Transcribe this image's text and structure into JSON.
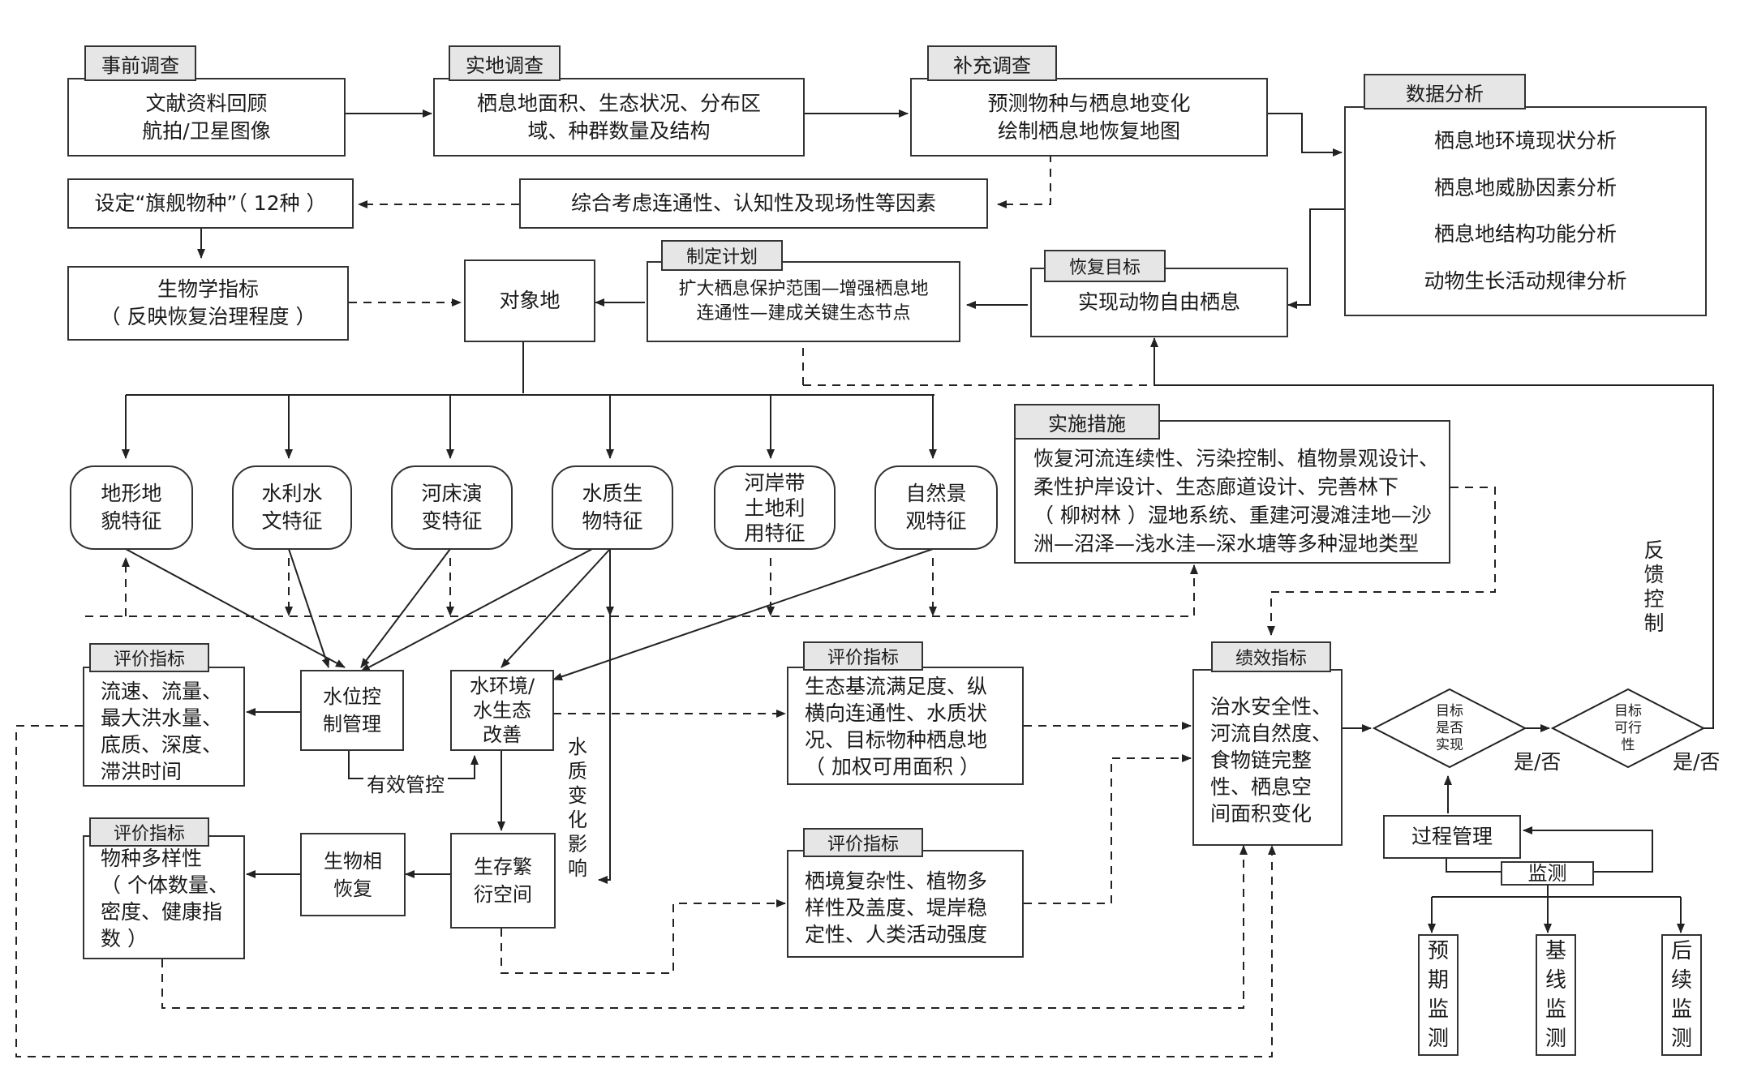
{
  "pre_survey": {
    "tag": "事前调查",
    "line1": "文献资料回顾",
    "line2": "航拍/卫星图像"
  },
  "field_survey": {
    "tag": "实地调查",
    "line1": "栖息地面积、生态状况、分布区",
    "line2": "域、种群数量及结构"
  },
  "supplement": {
    "tag": "补充调查",
    "line1": "预测物种与栖息地变化",
    "line2": "绘制栖息地恢复地图"
  },
  "data_analysis": {
    "tag": "数据分析",
    "items": [
      "栖息地环境现状分析",
      "栖息地威胁因素分析",
      "栖息地结构功能分析",
      "动物生长活动规律分析"
    ]
  },
  "flagship": "设定“旗舰物种”（ 12种 ）",
  "factors": "综合考虑连通性、认知性及现场性等因素",
  "bio_indicator": {
    "line1": "生物学指标",
    "line2": "（ 反映恢复治理程度 ）"
  },
  "target_site": "对象地",
  "plan": {
    "tag": "制定计划",
    "line1": "扩大栖息保护范围—增强栖息地",
    "line2": "连通性—建成关键生态节点"
  },
  "goal": {
    "tag": "恢复目标",
    "text": "实现动物自由栖息"
  },
  "features": [
    {
      "line1": "地形地",
      "line2": "貌特征"
    },
    {
      "line1": "水利水",
      "line2": "文特征"
    },
    {
      "line1": "河床演",
      "line2": "变特征"
    },
    {
      "line1": "水质生",
      "line2": "物特征"
    },
    {
      "line1": "河岸带",
      "line2": "土地利",
      "line3": "用特征"
    },
    {
      "line1": "自然景",
      "line2": "观特征"
    }
  ],
  "measures": {
    "tag": "实施措施",
    "lines": [
      "恢复河流连续性、污染控制、植物景观设计、",
      "柔性护岸设计、生态廊道设计、完善林下",
      "（ 柳树林 ）湿地系统、重建河漫滩洼地—沙",
      "洲—沼泽—浅水洼—深水塘等多种湿地类型"
    ]
  },
  "eval1": {
    "tag": "评价指标",
    "lines": [
      "流速、流量、",
      "最大洪水量、",
      "底质、深度、",
      "滞洪时间"
    ]
  },
  "water_level": {
    "line1": "水位控",
    "line2": "制管理"
  },
  "water_env": {
    "line1": "水环境/",
    "line2": "水生态",
    "line3": "改善"
  },
  "effective_control": "有效管控",
  "water_quality_impact": "水质变化影响",
  "eval2": {
    "tag": "评价指标",
    "lines": [
      "生态基流满足度、纵",
      "横向连通性、水质状",
      "况、目标物种栖息地",
      "（ 加权可用面积 ）"
    ]
  },
  "performance": {
    "tag": "绩效指标",
    "lines": [
      "治水安全性、",
      "河流自然度、",
      "食物链完整",
      "性、栖息空",
      "间面积变化"
    ]
  },
  "decision1": {
    "lines": [
      "目标",
      "是否",
      "实现"
    ],
    "answer": "是/否"
  },
  "decision2": {
    "lines": [
      "目标",
      "可行",
      "性"
    ],
    "answer": "是/否"
  },
  "feedback": "反馈控制",
  "eval3": {
    "tag": "评价指标",
    "lines": [
      "物种多样性",
      "（ 个体数量、",
      "密度、健康指",
      "数 ）"
    ]
  },
  "bio_restore": {
    "line1": "生物相",
    "line2": "恢复"
  },
  "habitat_space": {
    "line1": "生存繁",
    "line2": "衍空间"
  },
  "eval4": {
    "tag": "评价指标",
    "lines": [
      "栖境复杂性、植物多",
      "样性及盖度、堤岸稳",
      "定性、人类活动强度"
    ]
  },
  "process_mgmt": "过程管理",
  "monitoring": "监测",
  "monitor_types": [
    "预期监测",
    "基线监测",
    "后续监测"
  ]
}
